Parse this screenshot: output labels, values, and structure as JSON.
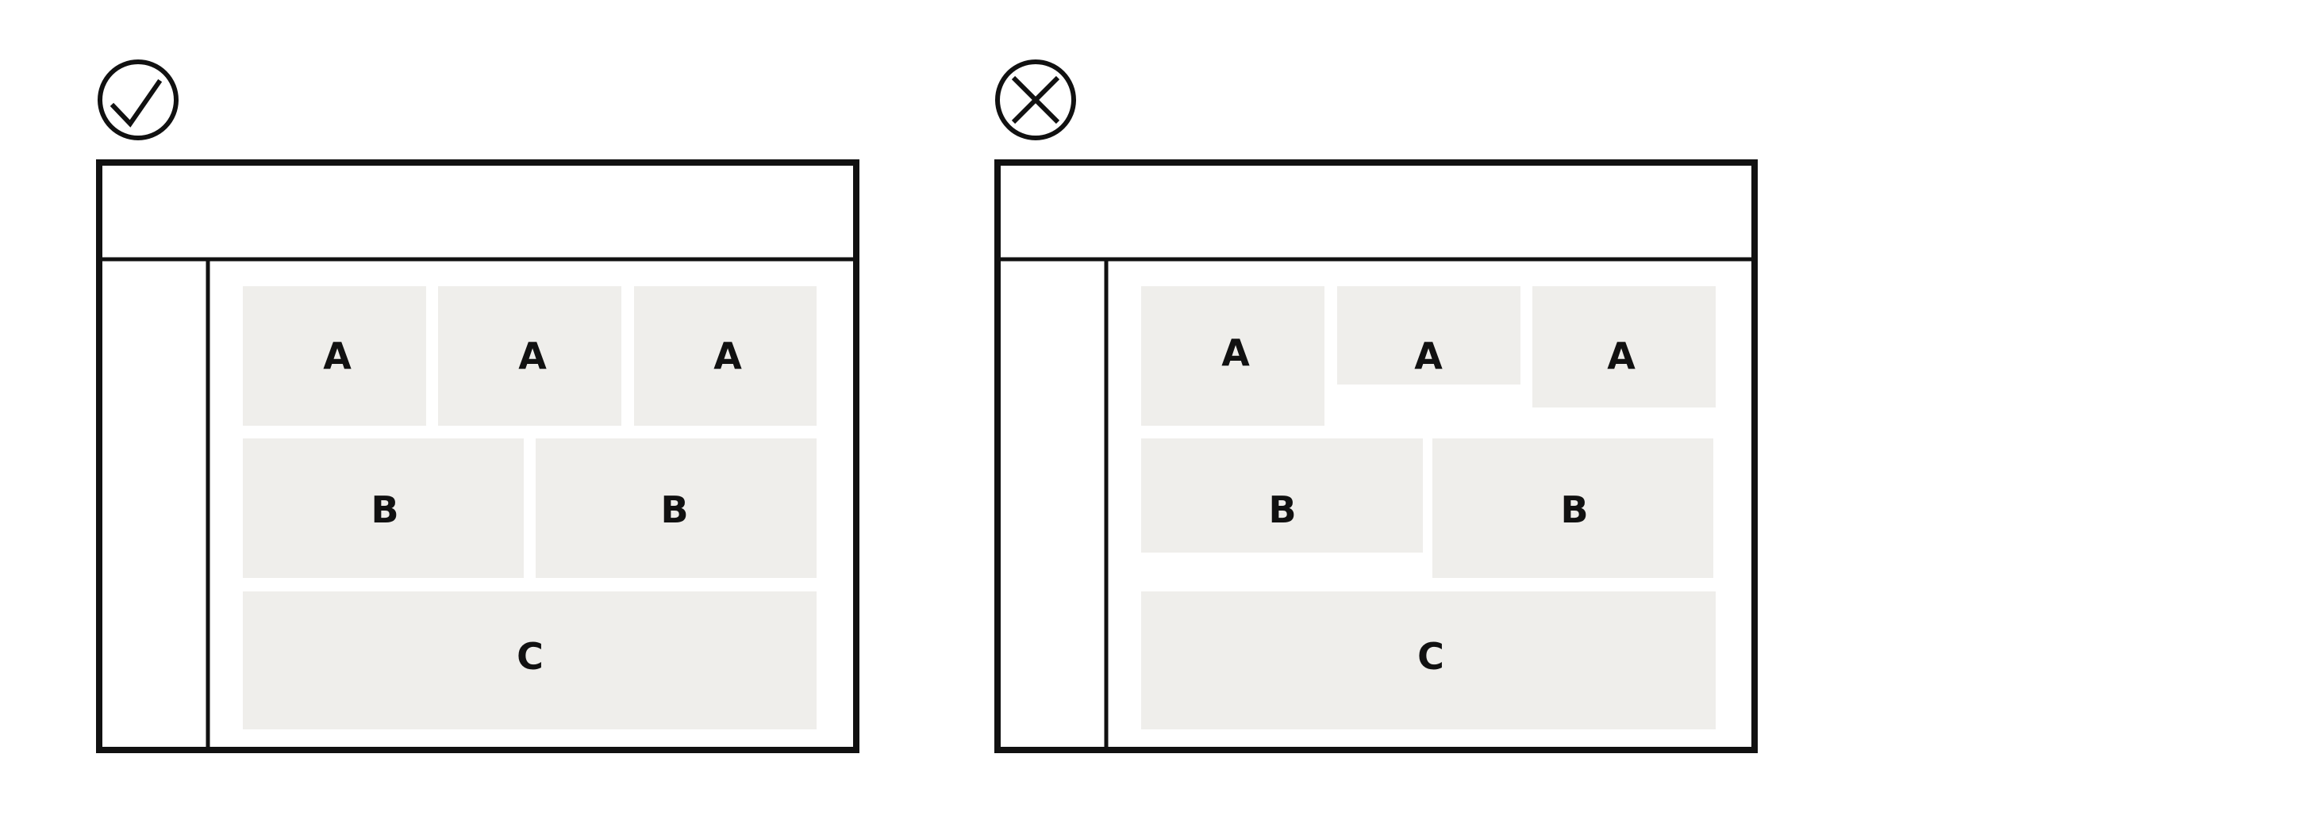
{
  "colors": {
    "frame": "#111111",
    "tile": "#efeeeb",
    "background": "#ffffff"
  },
  "good_example": {
    "icon": "check-circle-icon",
    "labels": {
      "a1": "A",
      "a2": "A",
      "a3": "A",
      "b1": "B",
      "b2": "B",
      "c1": "C"
    }
  },
  "bad_example": {
    "icon": "x-circle-icon",
    "labels": {
      "a1": "A",
      "a2": "A",
      "a3": "A",
      "b1": "B",
      "b2": "B",
      "c1": "C"
    }
  }
}
